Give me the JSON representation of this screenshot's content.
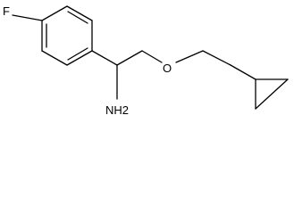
{
  "molecule": {
    "atoms": {
      "fluorine": "F",
      "oxygen": "O",
      "amine": "NH2"
    },
    "colors": {
      "bond": "#000000",
      "text": "#000000",
      "background": "#ffffff"
    }
  }
}
